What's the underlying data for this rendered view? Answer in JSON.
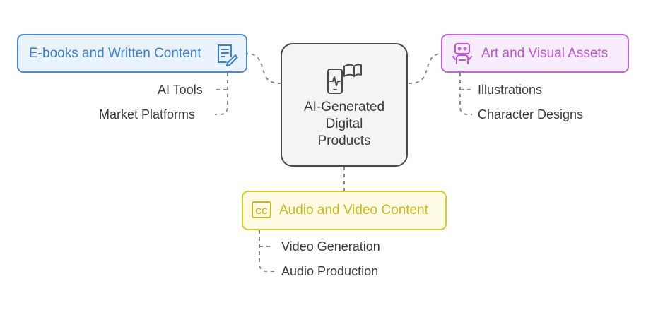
{
  "colors": {
    "center_fill": "#f4f4f4",
    "center_stroke": "#4a4a4a",
    "blue_fill": "#eaf2fc",
    "blue_stroke": "#4a86d4",
    "blue_text": "#3d7fd1",
    "purple_fill": "#f7ecfb",
    "purple_stroke": "#c25fdc",
    "purple_text": "#bb55d6",
    "yellow_fill": "#fdfbe4",
    "yellow_stroke": "#d8cc2c",
    "yellow_text": "#c7b91a",
    "connector": "#8a8a8a"
  },
  "center": {
    "label": "AI-Generated\nDigital\nProducts",
    "icon": "mobile-book-icon"
  },
  "nodes": {
    "ebooks": {
      "label": "E-books and Written Content",
      "icon": "document-edit-icon",
      "items": [
        "AI Tools",
        "Market Platforms"
      ]
    },
    "art": {
      "label": "Art and Visual Assets",
      "icon": "robot-icon",
      "items": [
        "Illustrations",
        "Character Designs"
      ]
    },
    "media": {
      "label": "Audio and Video Content",
      "icon": "closed-caption-icon",
      "items": [
        "Video Generation",
        "Audio Production"
      ]
    }
  }
}
